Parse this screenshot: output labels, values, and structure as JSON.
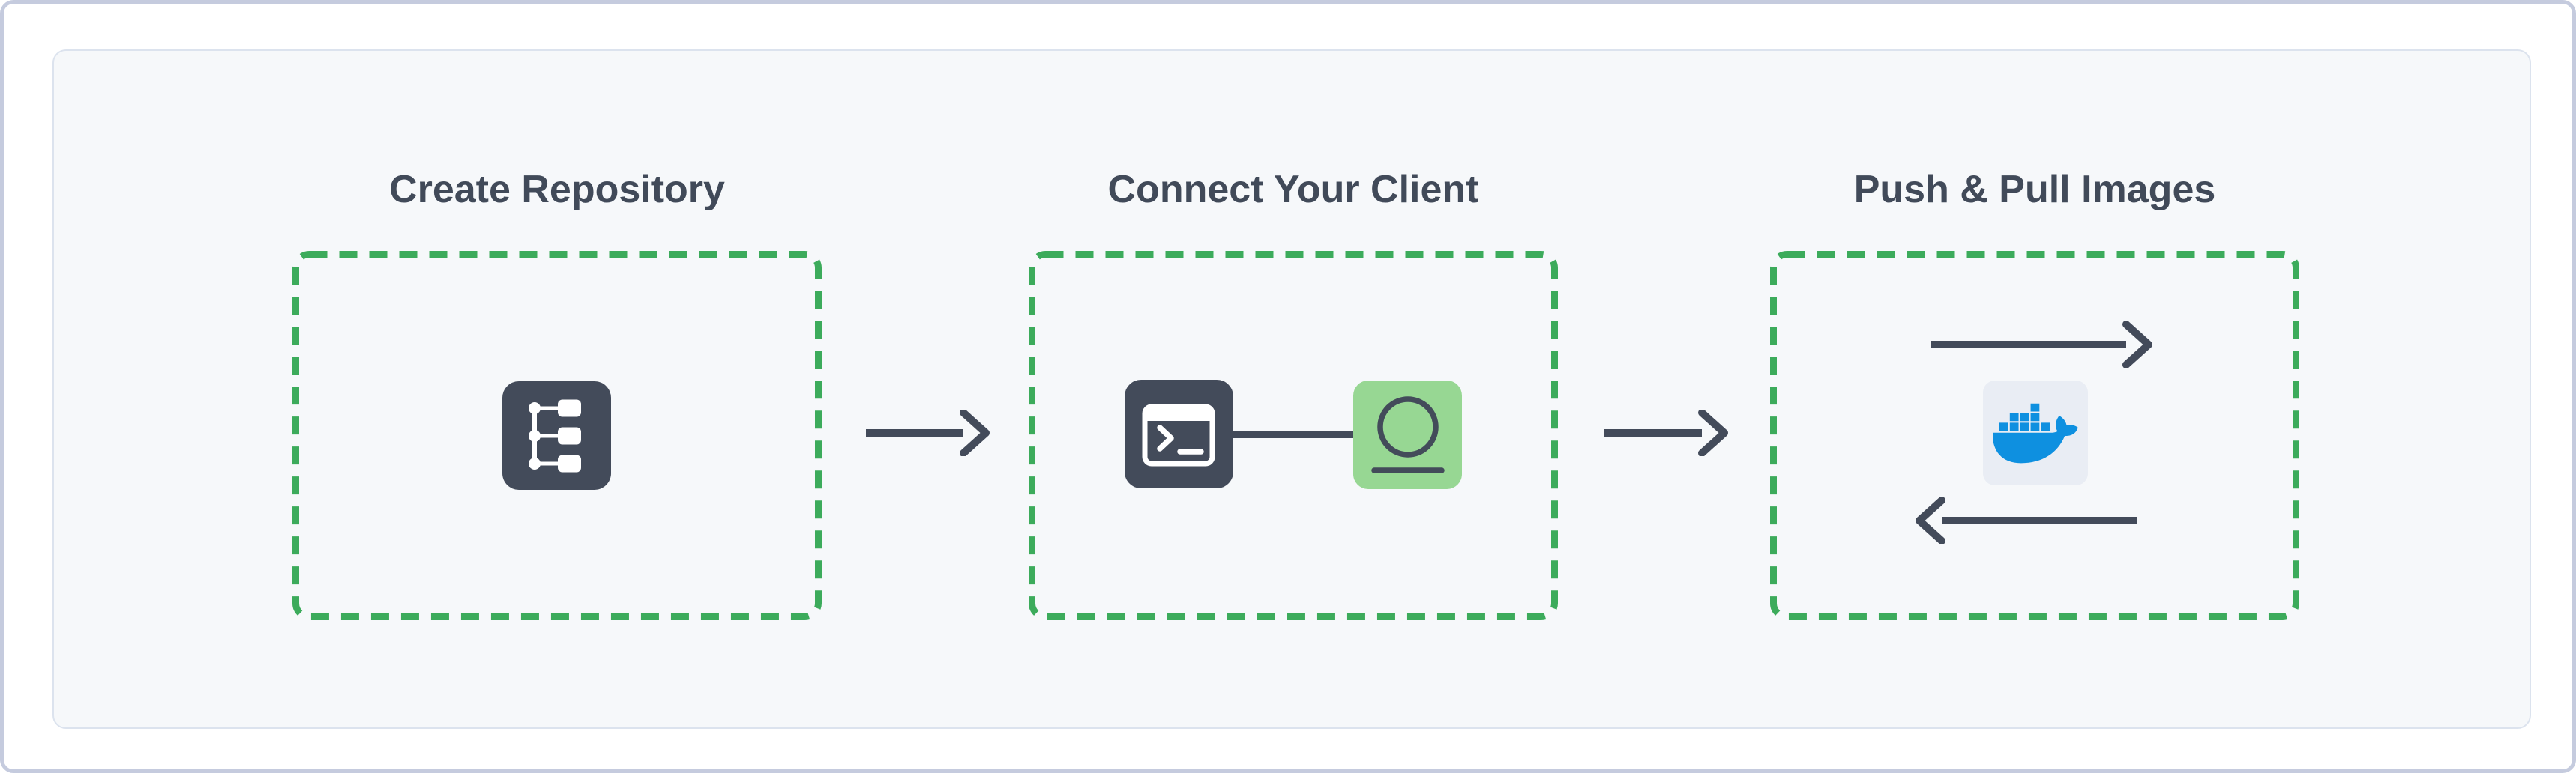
{
  "diagram": {
    "steps": [
      {
        "title": "Create Repository",
        "icon": "repository-tree-icon"
      },
      {
        "title": "Connect Your Client",
        "icons": [
          "terminal-icon",
          "registry-icon"
        ],
        "connector": "terminal-to-registry-line"
      },
      {
        "title": "Push & Pull Images",
        "icon": "docker-whale-icon",
        "arrows": [
          "push-arrow-right",
          "pull-arrow-left"
        ]
      }
    ],
    "connectors": [
      "arrow-right-step1-step2",
      "arrow-right-step2-step3"
    ]
  },
  "colors": {
    "dashed_border_green": "#3cab5b",
    "tile_slate": "#434b5a",
    "registry_tile_green": "#97d793",
    "docker_blue": "#0e90e0",
    "docker_tile_bg": "#e9edf4",
    "title_text": "#414a59",
    "arrow_slate": "#434b5a",
    "panel_bg": "#f6f8fa",
    "panel_border": "#dce3ee",
    "window_border": "#c5cbde",
    "window_bg": "#ffffff",
    "icon_glyph_white": "#ffffff"
  }
}
